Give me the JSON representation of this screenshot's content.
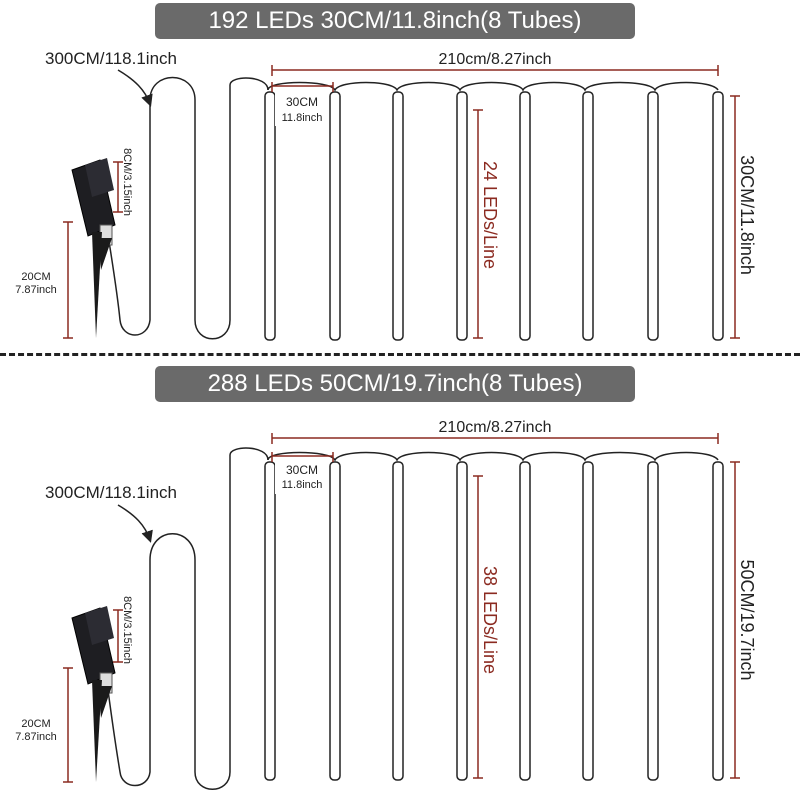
{
  "panels": [
    {
      "title": "192 LEDs 30CM/11.8inch(8 Tubes)",
      "cable_length": "300CM/118.1inch",
      "total_width": "210cm/8.27inch",
      "spacing_cm": "30CM",
      "spacing_inch": "11.8inch",
      "leds_per_line": "24 LEDs/Line",
      "tube_length": "30CM/11.8inch",
      "panel_height": "8CM/3.15inch",
      "stake_cm": "20CM",
      "stake_inch": "7.87inch"
    },
    {
      "title": "288 LEDs 50CM/19.7inch(8 Tubes)",
      "cable_length": "300CM/118.1inch",
      "total_width": "210cm/8.27inch",
      "spacing_cm": "30CM",
      "spacing_inch": "11.8inch",
      "leds_per_line": "38 LEDs/Line",
      "tube_length": "50CM/19.7inch",
      "panel_height": "8CM/3.15inch",
      "stake_cm": "20CM",
      "stake_inch": "7.87inch"
    }
  ],
  "colors": {
    "accent": "#8b2a20",
    "banner": "#6a6a6a",
    "line": "#222222"
  }
}
